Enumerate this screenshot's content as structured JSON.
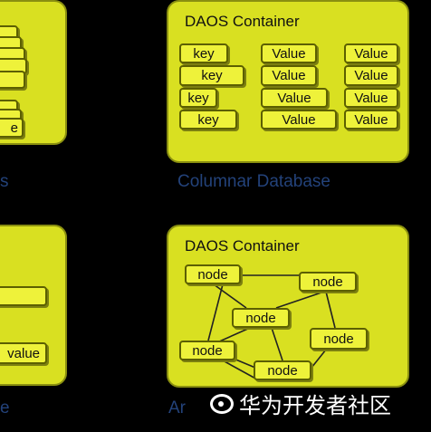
{
  "columnar": {
    "title": "DAOS Container",
    "caption": "Columnar Database",
    "keys": [
      "key",
      "key",
      "key",
      "key"
    ],
    "values_a": [
      "Value",
      "Value",
      "Value",
      "Value"
    ],
    "values_b": [
      "Value",
      "Value",
      "Value",
      "Value"
    ]
  },
  "graph": {
    "title": "DAOS Container",
    "caption_fragment": "Ar",
    "nodes": [
      "node",
      "node",
      "node",
      "node",
      "node",
      "node"
    ]
  },
  "left_top": {
    "box_label": "e",
    "caption_fragment": "s"
  },
  "left_bottom": {
    "box_label": "value",
    "caption_fragment": "e"
  },
  "watermark": {
    "text": "华为开发者社区"
  },
  "colors": {
    "panel": "#d9e021",
    "box": "#eef23a",
    "caption": "#23427a",
    "background": "#000000"
  }
}
